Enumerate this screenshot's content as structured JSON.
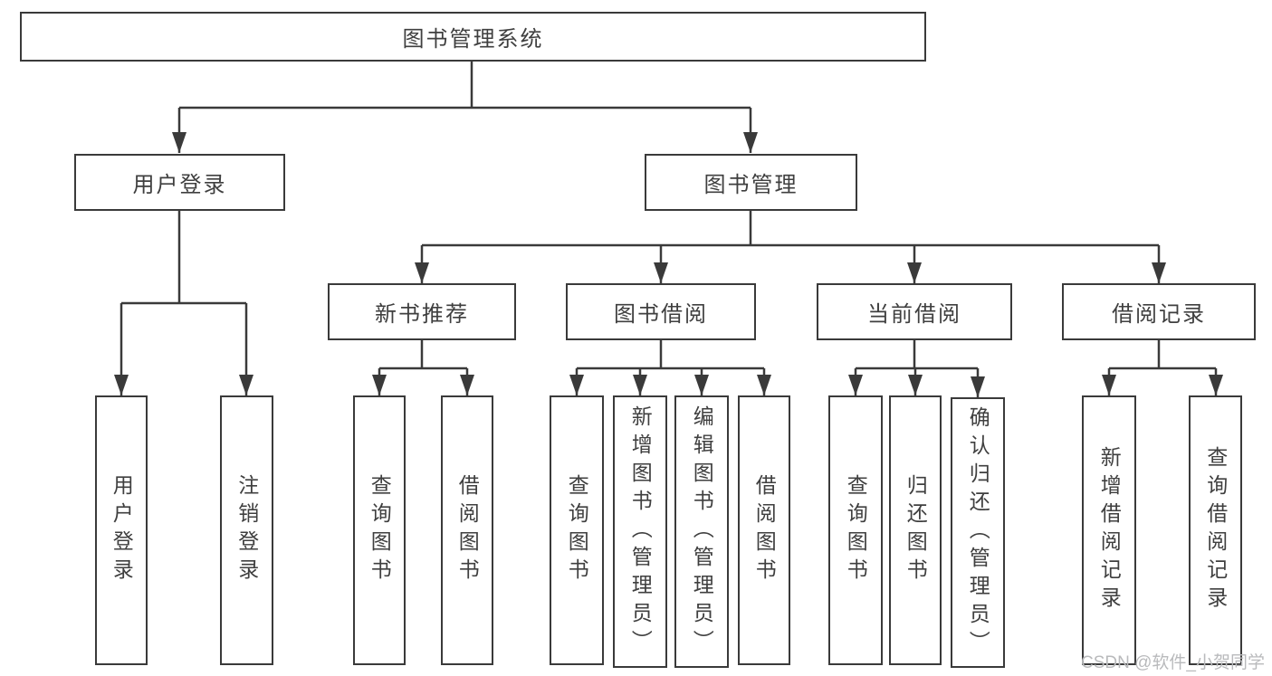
{
  "tree": {
    "root": {
      "label": "图书管理系统"
    },
    "login": {
      "label": "用户登录",
      "children": [
        {
          "label": "用户登录"
        },
        {
          "label": "注销登录"
        }
      ]
    },
    "management": {
      "label": "图书管理",
      "groups": [
        {
          "label": "新书推荐",
          "children": [
            {
              "label": "查询图书"
            },
            {
              "label": "借阅图书"
            }
          ]
        },
        {
          "label": "图书借阅",
          "children": [
            {
              "label": "查询图书"
            },
            {
              "label": "新增图书（管理员）"
            },
            {
              "label": "编辑图书（管理员）"
            },
            {
              "label": "借阅图书"
            }
          ]
        },
        {
          "label": "当前借阅",
          "children": [
            {
              "label": "查询图书"
            },
            {
              "label": "归还图书"
            },
            {
              "label": "确认归还（管理员）"
            }
          ]
        },
        {
          "label": "借阅记录",
          "children": [
            {
              "label": "新增借阅记录"
            },
            {
              "label": "查询借阅记录"
            }
          ]
        }
      ]
    }
  },
  "watermark": {
    "text": "CSDN @软件_小贺同学"
  },
  "colors": {
    "line": "#3a3a3a",
    "box_background": "#ffffff",
    "text": "#3f3f3f",
    "watermark": "#b9babc"
  }
}
